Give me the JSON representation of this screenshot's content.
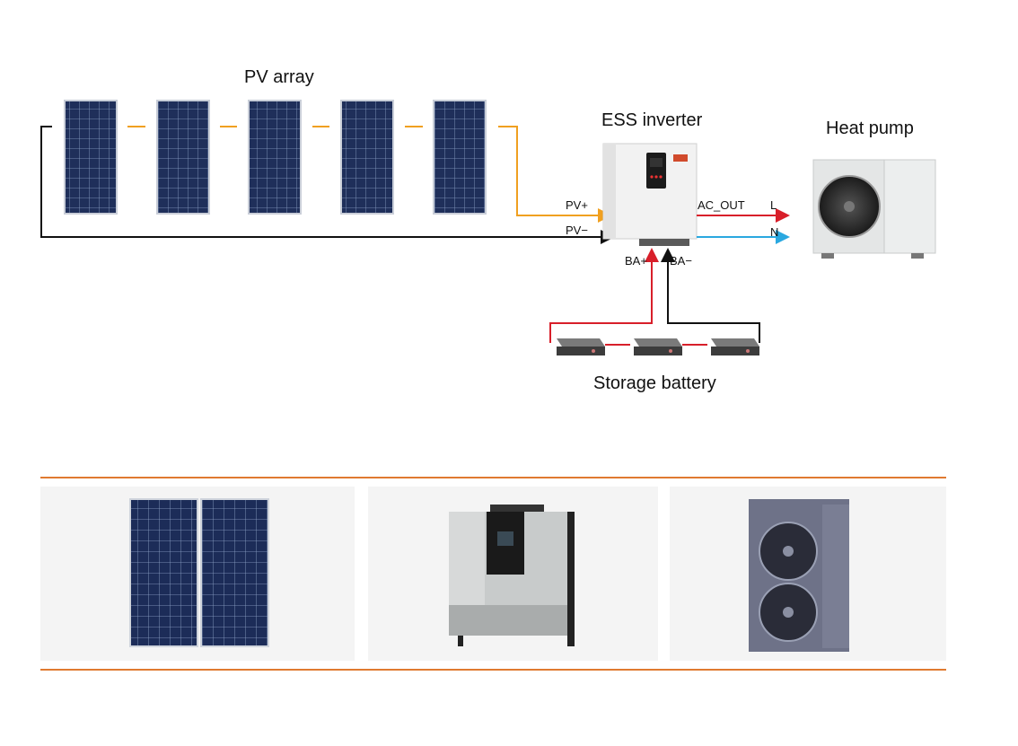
{
  "labels": {
    "pv_array": "PV array",
    "ess_inverter": "ESS inverter",
    "heat_pump": "Heat pump",
    "storage_battery": "Storage battery",
    "pv_plus": "PV+",
    "pv_minus": "PV−",
    "ac_out": "AC_OUT",
    "line_l": "L",
    "line_n": "N",
    "ba_plus": "BA+",
    "ba_minus": "BA−"
  },
  "colors": {
    "pv_wire": "#f0a020",
    "dc_negative": "#111111",
    "positive": "#d81f2a",
    "neutral": "#2aa8e0",
    "divider": "#e07a30"
  },
  "counts": {
    "pv_panels": 5,
    "batteries": 3
  }
}
